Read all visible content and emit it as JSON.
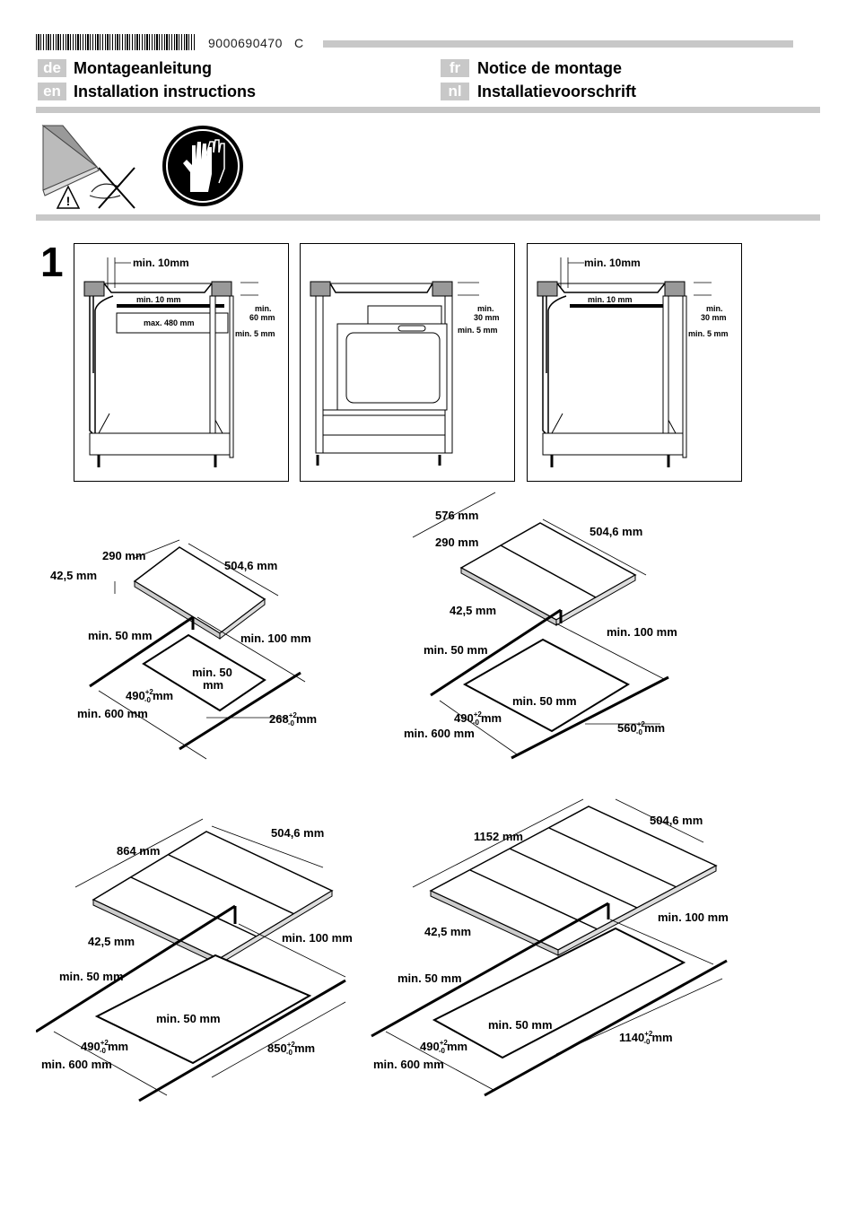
{
  "header": {
    "doc_number": "9000690470",
    "revision": "C",
    "languages": [
      {
        "code": "de",
        "title": "Montageanleitung"
      },
      {
        "code": "en",
        "title": "Installation instructions"
      },
      {
        "code": "fr",
        "title": "Notice de montage"
      },
      {
        "code": "nl",
        "title": "Installatievoorschrift"
      }
    ]
  },
  "step": "1",
  "cabinets": {
    "left": {
      "top_gap": "min. 10mm",
      "inner_gap": "min. 10 mm",
      "depth": "max. 480 mm",
      "top_min": "min.",
      "top_val": "60 mm",
      "side": "min. 5 mm"
    },
    "middle": {
      "top_min": "min.",
      "top_val": "30 mm",
      "side": "min. 5 mm"
    },
    "right": {
      "top_gap": "min. 10mm",
      "inner_gap": "min. 10 mm",
      "top_min": "min.",
      "top_val": "30 mm",
      "side": "min. 5 mm"
    }
  },
  "hob1": {
    "width": "290 mm",
    "depth": "504,6 mm",
    "height": "42,5 mm",
    "min50a": "min. 50 mm",
    "min100": "min. 100 mm",
    "min50b_1": "min. 50",
    "min50b_2": "mm",
    "cut_w": "490",
    "cut_d": "268",
    "tol_up": "+2",
    "tol_dn": "-0",
    "unit": "mm",
    "min600": "min. 600 mm"
  },
  "hob2": {
    "total": "576 mm",
    "width": "290 mm",
    "depth": "504,6 mm",
    "height": "42,5 mm",
    "min50a": "min. 50 mm",
    "min100": "min. 100 mm",
    "min50b": "min. 50 mm",
    "cut_w": "490",
    "cut_d": "560",
    "tol_up": "+2",
    "tol_dn": "-0",
    "unit": "mm",
    "min600": "min. 600 mm"
  },
  "hob3": {
    "total": "864 mm",
    "depth": "504,6 mm",
    "height": "42,5 mm",
    "min50a": "min. 50 mm",
    "min100": "min. 100 mm",
    "min50b": "min. 50 mm",
    "cut_w": "490",
    "cut_d": "850",
    "tol_up": "+2",
    "tol_dn": "-0",
    "unit": "mm",
    "min600": "min. 600 mm"
  },
  "hob4": {
    "total": "1152 mm",
    "depth": "504,6 mm",
    "height": "42,5 mm",
    "min50a": "min. 50 mm",
    "min100": "min. 100 mm",
    "min50b": "min. 50 mm",
    "cut_w": "490",
    "cut_d": "1140",
    "tol_up": "+2",
    "tol_dn": "-0",
    "unit": "mm",
    "min600": "min. 600 mm"
  }
}
